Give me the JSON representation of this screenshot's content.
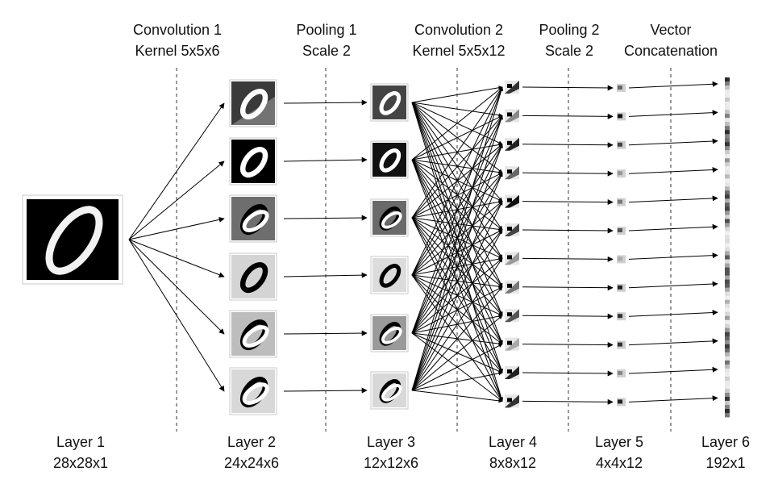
{
  "stages": [
    {
      "line1": "Convolution  1",
      "line2": "Kernel 5x5x6"
    },
    {
      "line1": "Pooling 1",
      "line2": "Scale 2"
    },
    {
      "line1": "Convolution  2",
      "line2": "Kernel 5x5x12"
    },
    {
      "line1": "Pooling 2",
      "line2": "Scale 2"
    },
    {
      "line1": "Vector",
      "line2": "Concatenation"
    }
  ],
  "layers": [
    {
      "name": "Layer 1",
      "dims": "28x28x1"
    },
    {
      "name": "Layer 2",
      "dims": "24x24x6"
    },
    {
      "name": "Layer 3",
      "dims": "12x12x6"
    },
    {
      "name": "Layer 4",
      "dims": "8x8x12"
    },
    {
      "name": "Layer 5",
      "dims": "4x4x12"
    },
    {
      "name": "Layer 6",
      "dims": "192x1"
    }
  ],
  "colors": {
    "ink": "#000000",
    "divider": "#333333",
    "thumb_border": "#c8c8c8"
  }
}
